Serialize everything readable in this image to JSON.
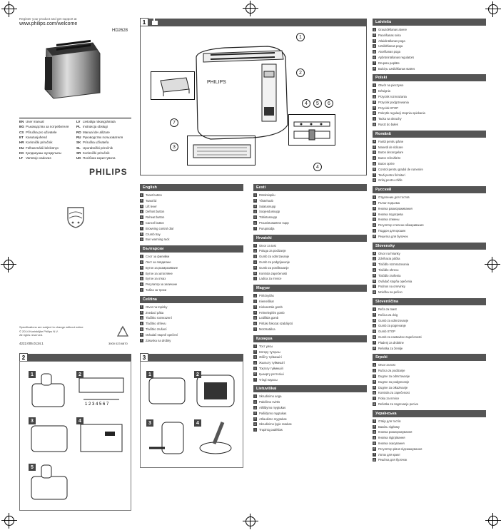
{
  "header": {
    "register_line": "Register your product and get support at",
    "url": "www.philips.com/welcome",
    "model": "HD2628",
    "brand": "PHILIPS"
  },
  "languages": {
    "left": [
      {
        "code": "EN",
        "name": "User manual"
      },
      {
        "code": "BG",
        "name": "Ръководство за потребителя"
      },
      {
        "code": "CS",
        "name": "Příručka pro uživatele"
      },
      {
        "code": "ET",
        "name": "Kasutusjuhend"
      },
      {
        "code": "HR",
        "name": "Korisnički priručnik"
      },
      {
        "code": "HU",
        "name": "Felhasználói kézikönyv"
      },
      {
        "code": "KK",
        "name": "Қолданушы нұсқаулығы"
      },
      {
        "code": "LT",
        "name": "Vartotojo vadovas"
      }
    ],
    "right": [
      {
        "code": "LV",
        "name": "Lietotāja rokasgrāmata"
      },
      {
        "code": "PL",
        "name": "Instrukcja obsługi"
      },
      {
        "code": "RO",
        "name": "Manual de utilizare"
      },
      {
        "code": "RU",
        "name": "Руководство пользователя"
      },
      {
        "code": "SK",
        "name": "Príručka užívateľa"
      },
      {
        "code": "SL",
        "name": "Uporabniški priročnik"
      },
      {
        "code": "SR",
        "name": "Korisnički priručnik"
      },
      {
        "code": "UK",
        "name": "Посібник користувача"
      }
    ]
  },
  "footer": {
    "address_lines": [
      "Specifications are subject to change without notice",
      "© 2014 Koninklijke Philips N.V.",
      "All rights reserved."
    ],
    "doc_code": "3000 023 6870",
    "part": "4222.005.0134.1"
  },
  "panels": {
    "p1_label": "1",
    "p2_label": "2",
    "p3_label": "3"
  },
  "callouts": [
    "1",
    "2",
    "3",
    "4",
    "5",
    "6",
    "7"
  ],
  "steps_panel2": [
    "1",
    "2",
    "3",
    "4",
    "5"
  ],
  "steps_panel3": [
    "1",
    "2",
    "3",
    "4"
  ],
  "sections_mid": [
    {
      "title": "English",
      "items": [
        "Toast button",
        "Toast lid",
        "Lift lever",
        "Defrost button",
        "Reheat button",
        "Cancel button",
        "Browning control dial",
        "Crumb tray",
        "Bun warming rack"
      ]
    },
    {
      "title": "Български",
      "items": [
        "Слот за филийки",
        "Лост за повдигане",
        "Бутон за размразяване",
        "Бутон за затопляне",
        "Бутон за отказ",
        "Регулатор за запичане",
        "Табла за трохи"
      ]
    },
    {
      "title": "Čeština",
      "items": [
        "Otvor na topinky",
        "Zvedací páka",
        "Tlačítko rozmrazení",
        "Tlačítko ohřevu",
        "Tlačítko zrušení",
        "Ovladač stupně opečení",
        "Zásuvka na drobky"
      ]
    }
  ],
  "sections_mid2": [
    {
      "title": "Eesti",
      "items": [
        "Röstimispilu",
        "Tõstehoob",
        "Sulatusnupp",
        "Soojendusnupp",
        "Tühistusnupp",
        "Pruunistusastme nupp",
        "Purupüüdja"
      ]
    },
    {
      "title": "Hrvatski",
      "items": [
        "Otvor za tost",
        "Poluga za podizanje",
        "Gumb za odmrzavanje",
        "Gumb za podgrijavanje",
        "Gumb za poništavanje",
        "Kontrola zapečenosti",
        "Ladica za mrvice"
      ]
    },
    {
      "title": "Magyar",
      "items": [
        "Pirítónyílás",
        "Kiemelőkar",
        "Kiolvasztás gomb",
        "Felmelegítés gomb",
        "Leállítás gomb",
        "Pirítási fokozat szabályzó",
        "Morzsatálca"
      ]
    },
    {
      "title": "Қазақша",
      "items": [
        "Тост ұясы",
        "Көтеру тұтқасы",
        "Жібіту түймешігі",
        "Жылыту түймешігі",
        "Тоқтату түймешігі",
        "Қызарту реттегіші",
        "Үгінді науасы"
      ]
    },
    {
      "title": "Lietuviškai",
      "items": [
        "Skrudinimo anga",
        "Pakėlimo svirtis",
        "Atšildymo mygtukas",
        "Pašildymo mygtukas",
        "Atšaukimo mygtukas",
        "Skrudinimo lygio ratukas",
        "Trupinių padėklas"
      ]
    }
  ],
  "sections_right": [
    {
      "title": "Latviešu",
      "items": [
        "Grauzdēšanas atvere",
        "Pacelšanas svira",
        "Atlaidināšanas poga",
        "Uzsildīšanas poga",
        "Atcelšanas poga",
        "Apbrūnināšanas regulators",
        "Drupatu paplāte",
        "Bulciņu uzsildīšanas statīvs"
      ]
    },
    {
      "title": "Polski",
      "items": [
        "Otwór na pieczywo",
        "Dźwignia",
        "Przycisk rozmrażania",
        "Przycisk podgrzewania",
        "Przycisk STOP",
        "Pokrętło regulacji stopnia opiekania",
        "Tacka na okruchy",
        "Ruszt do bułek"
      ]
    },
    {
      "title": "Română",
      "items": [
        "Fantă pentru pâine",
        "Manetă de ridicare",
        "Buton decongelare",
        "Buton reîncălzire",
        "Buton oprire",
        "Control pentru gradul de rumenire",
        "Tavă pentru firimituri",
        "Grilaj pentru chifle"
      ]
    },
    {
      "title": "Русский",
      "items": [
        "Отделение для тостов",
        "Рычаг подъема",
        "Кнопка размораживания",
        "Кнопка подогрева",
        "Кнопка отмены",
        "Регулятор степени обжаривания",
        "Поддон для крошек",
        "Решетка для булочек"
      ]
    },
    {
      "title": "Slovensky",
      "items": [
        "Otvor na hrianky",
        "Zdvíhacia páčka",
        "Tlačidlo rozmrazovania",
        "Tlačidlo ohrevu",
        "Tlačidlo zrušenia",
        "Ovládač stupňa opečenia",
        "Podnos na omrvinky",
        "Mriežka na pečivo"
      ]
    },
    {
      "title": "Slovenščina",
      "items": [
        "Reža za toast",
        "Ročica za dvig",
        "Gumb za odmrzovanje",
        "Gumb za pogrevanje",
        "Gumb STOP",
        "Gumb za nastavitev zapečenosti",
        "Pladenj za drobtine",
        "Rešetka za žemlje"
      ]
    },
    {
      "title": "Srpski",
      "items": [
        "Otvor za tost",
        "Ručica za podizanje",
        "Dugme za odmrzavanje",
        "Dugme za podgrevanje",
        "Dugme za otkazivanje",
        "Kontrola za zapečenost",
        "Fioka za mrvice",
        "Rešetka za zagrevanje peciva"
      ]
    },
    {
      "title": "Українська",
      "items": [
        "Отвір для тостів",
        "Важіль підйому",
        "Кнопка розморожування",
        "Кнопка підігрівання",
        "Кнопка скасування",
        "Регулятор рівня підсмажування",
        "Лоток для крихт",
        "Решітка для булочок"
      ]
    }
  ]
}
